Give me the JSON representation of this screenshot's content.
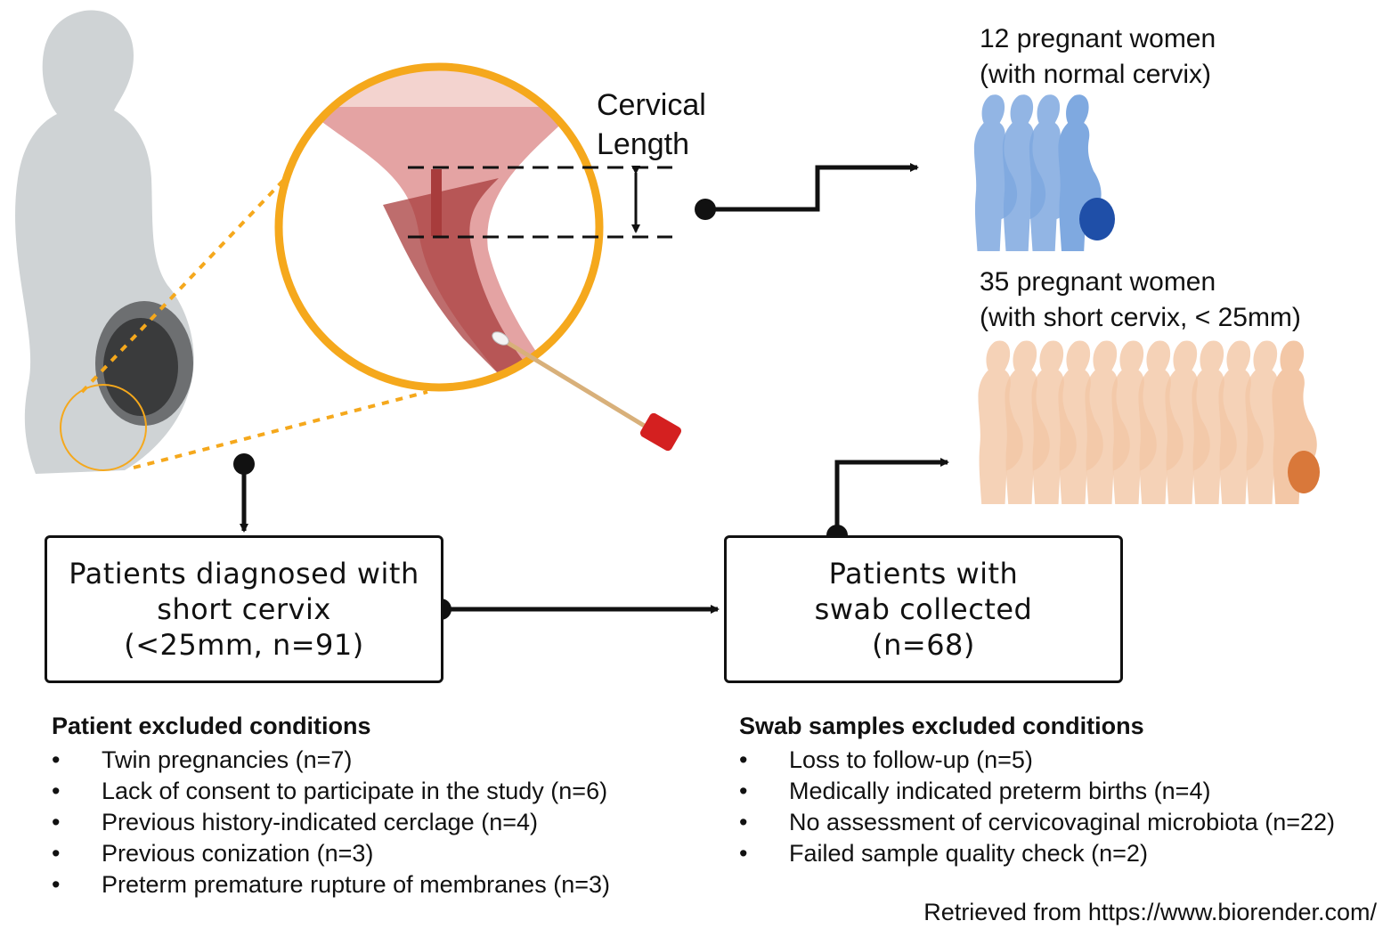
{
  "cervical_length_label": [
    "Cervical",
    "Length"
  ],
  "group_normal": [
    "12 pregnant women",
    "(with normal cervix)"
  ],
  "group_short": [
    "35 pregnant women",
    "(with short cervix, < 25mm)"
  ],
  "box_diagnosed": [
    "Patients diagnosed with",
    "short cervix",
    "(<25mm, n=91)"
  ],
  "box_swab": [
    "Patients with",
    "swab collected",
    "(n=68)"
  ],
  "patient_excluded": {
    "title": "Patient excluded conditions",
    "items": [
      "Twin pregnancies (n=7)",
      "Lack of consent to participate in the study (n=6)",
      "Previous history-indicated cerclage (n=4)",
      "Previous conization (n=3)",
      "Preterm premature rupture of membranes (n=3)"
    ]
  },
  "swab_excluded": {
    "title": "Swab samples excluded conditions",
    "items": [
      "Loss to follow-up (n=5)",
      "Medically indicated preterm births (n=4)",
      "No assessment of cervicovaginal microbiota (n=22)",
      "Failed sample quality check (n=2)"
    ]
  },
  "credit": "Retrieved from https://www.biorender.com/",
  "bullet_glyph": "•",
  "colors": {
    "magnifier_ring": "#f5a81c",
    "normal_group": "#7fa9e0",
    "normal_group_accent": "#1f4fa8",
    "short_group": "#f3c7a6",
    "short_group_accent": "#d9783a",
    "tissue": "#d98585",
    "tissue_dark": "#a83c3c",
    "silhouette": "#cfd3d5",
    "swab_cap": "#d42020"
  }
}
